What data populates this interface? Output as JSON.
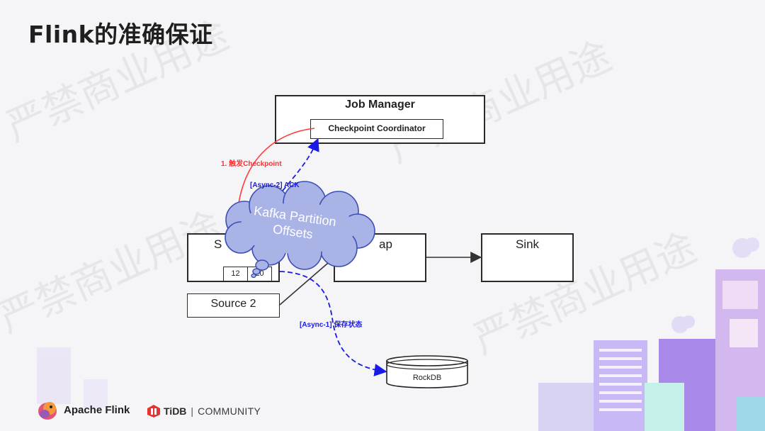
{
  "title": "Flink的准确保证",
  "watermark": "严禁商业用途",
  "diagram": {
    "job_manager": {
      "label": "Job Manager"
    },
    "checkpoint_coordinator": {
      "label": "Checkpoint Coordinator"
    },
    "source1": {
      "label": "S",
      "cells": [
        "12",
        "20"
      ]
    },
    "map": {
      "label": "ap"
    },
    "sink": {
      "label": "Sink"
    },
    "source2": {
      "label": "Source 2"
    },
    "rockdb": {
      "label": "RockDB"
    },
    "cloud": {
      "line1": "Kafka Partition",
      "line2": "Offsets"
    },
    "edges": {
      "trigger": "1. 触发Checkpoint",
      "ack": "[Async-2] ACK",
      "save_state": "[Async-1] 保存状态"
    }
  },
  "footer": {
    "flink_logo_text": "Apache Flink",
    "tidb_brand": "TiDB",
    "tidb_separator": "|",
    "tidb_community": "COMMUNITY"
  },
  "colors": {
    "trigger_red": "#ff3030",
    "async_blue": "#1a1ae6",
    "cloud_fill": "#a9b3e6",
    "cloud_stroke": "#3d4fb5",
    "deco_purple": "#b9a4f0"
  }
}
